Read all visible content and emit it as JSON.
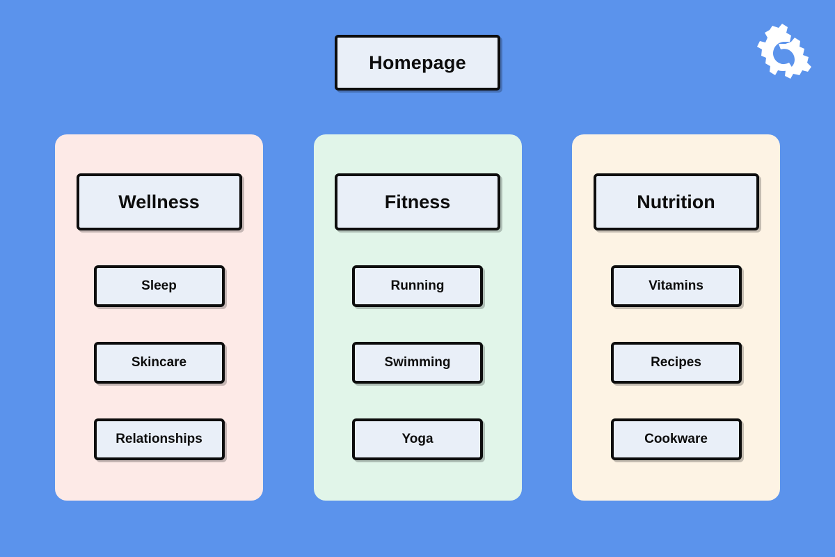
{
  "page": {
    "background_color": "#5b93ec",
    "node_fill_color": "#e9eff8",
    "node_border_color": "#0d0d0d"
  },
  "logo": {
    "icon": "double-gear-icon",
    "color": "#ffffff"
  },
  "root": {
    "label": "Homepage"
  },
  "columns": [
    {
      "id": "wellness",
      "card_color": "#fdeae7",
      "header": "Wellness",
      "children": [
        "Sleep",
        "Skincare",
        "Relationships"
      ]
    },
    {
      "id": "fitness",
      "card_color": "#e1f5e9",
      "header": "Fitness",
      "children": [
        "Running",
        "Swimming",
        "Yoga"
      ]
    },
    {
      "id": "nutrition",
      "card_color": "#fdf3e4",
      "header": "Nutrition",
      "children": [
        "Vitamins",
        "Recipes",
        "Cookware"
      ]
    }
  ]
}
